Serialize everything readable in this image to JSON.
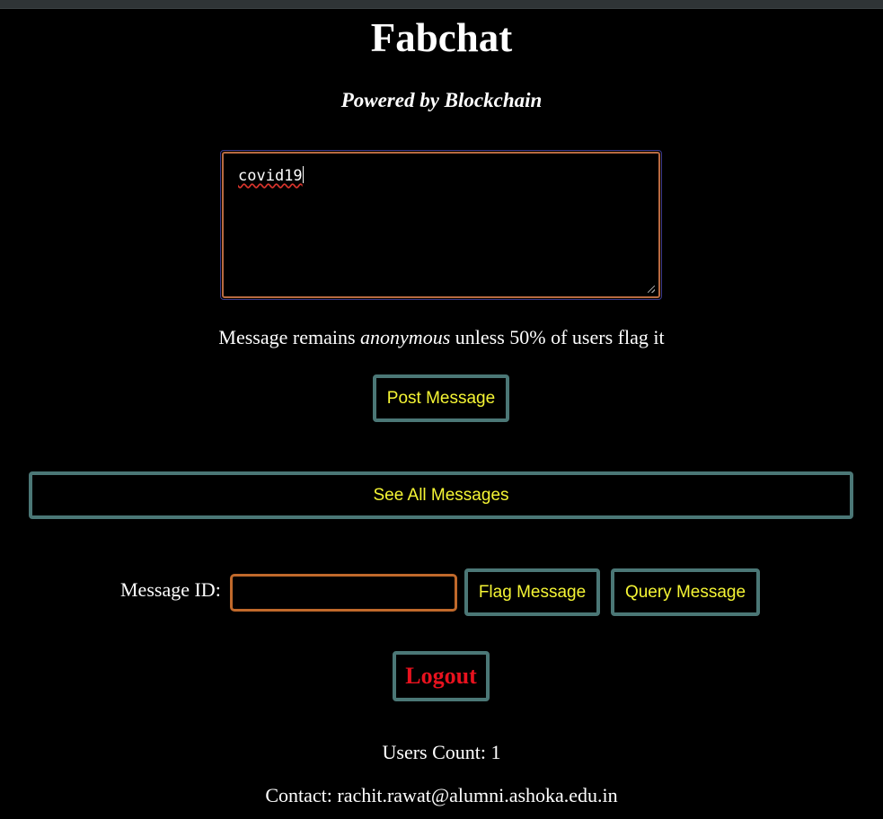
{
  "app": {
    "title": "Fabchat",
    "subtitle": "Powered by Blockchain"
  },
  "composer": {
    "message_value": "covid19"
  },
  "note": {
    "before": "Message remains ",
    "emphasis": "anonymous",
    "after": " unless 50% of users flag it"
  },
  "actions": {
    "post_label": "Post Message",
    "see_all_label": "See All Messages",
    "flag_label": "Flag Message",
    "query_label": "Query Message",
    "logout_label": "Logout"
  },
  "message_id": {
    "label": "Message ID:",
    "value": ""
  },
  "stats": {
    "users_count_label": "Users Count: ",
    "users_count": "1"
  },
  "contact": {
    "label": "Contact: ",
    "email": "rachit.rawat@alumni.ashoka.edu.in"
  },
  "colors": {
    "background": "#000000",
    "button_border": "#4b7776",
    "button_text": "#f5f534",
    "logout_text": "#e8121e",
    "input_border": "#c0692b"
  }
}
